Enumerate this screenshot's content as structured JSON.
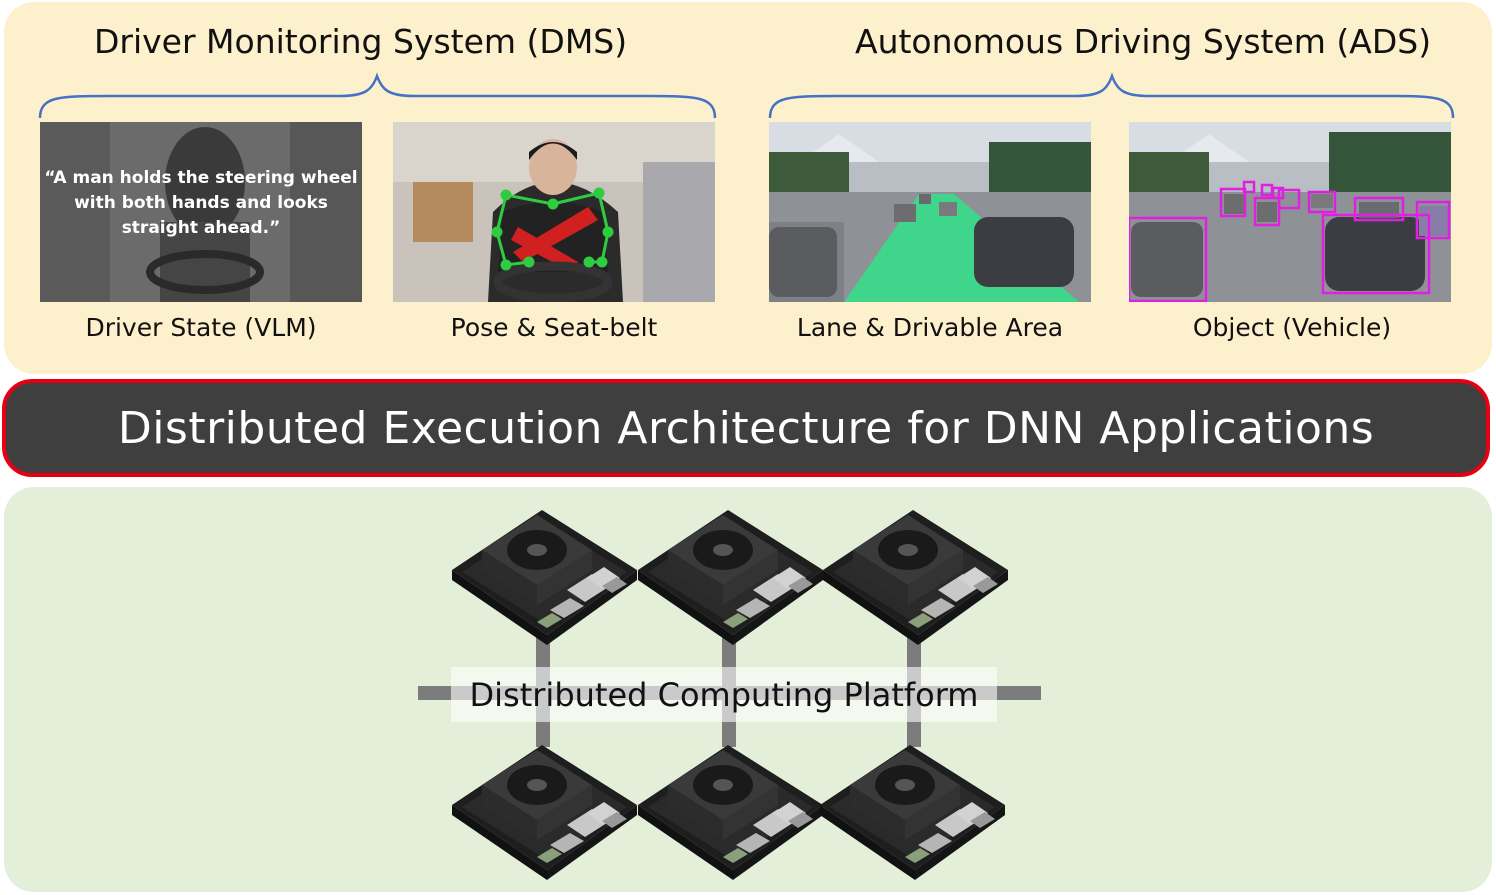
{
  "dms": {
    "title": "Driver Monitoring System (DMS)",
    "driver_state_caption": "Driver State (VLM)",
    "driver_state_quote": "“A man holds the steering wheel with both hands and looks straight ahead.”",
    "pose_caption": "Pose & Seat-belt"
  },
  "ads": {
    "title": "Autonomous Driving System (ADS)",
    "lane_caption": "Lane & Drivable Area",
    "object_caption": "Object (Vehicle)"
  },
  "architecture": {
    "label": "Distributed Execution Architecture for DNN Applications"
  },
  "platform": {
    "label": "Distributed Computing Platform",
    "board_count": 6
  },
  "colors": {
    "top_panel": "#fdf0cc",
    "bottom_panel": "#e3efd9",
    "banner": "#3f3f3f",
    "banner_border": "#e60012",
    "bracket": "#4472c4",
    "drivable_area": "#3fd58a",
    "detection_box": "#e020e0",
    "pose_keypoint": "#2ecc40"
  }
}
